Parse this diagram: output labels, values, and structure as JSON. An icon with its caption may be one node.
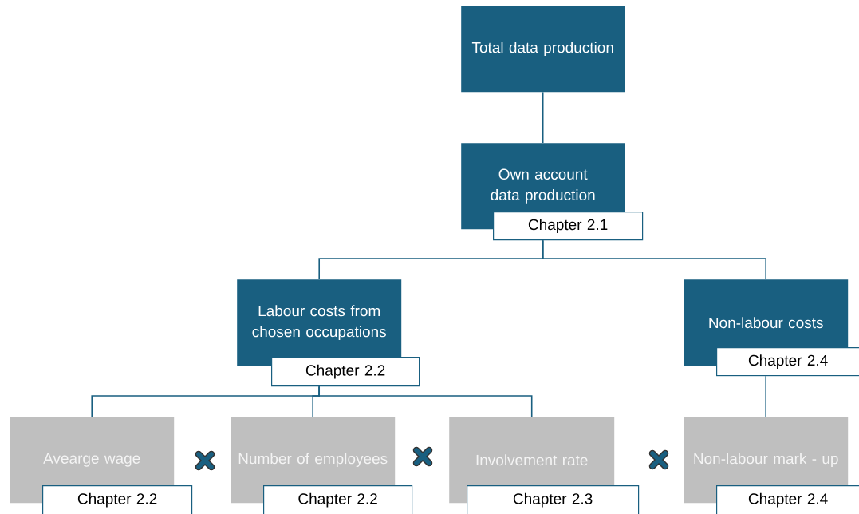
{
  "diagram": {
    "nodes": [
      {
        "text": [
          "Total data production"
        ]
      },
      {
        "text": [
          "Own account data production"
        ]
      },
      {
        "text": [
          "Chapter 2.1"
        ]
      },
      {
        "text": [
          "Labour costs from chosen occupations"
        ]
      },
      {
        "text": [
          "Chapter 2.2"
        ]
      },
      {
        "text": [
          "Non-labour costs"
        ]
      },
      {
        "text": [
          "Chapter 2.4"
        ]
      },
      {
        "text": [
          "Avearge wage"
        ]
      },
      {
        "text": [
          "Chapter 2.2"
        ]
      },
      {
        "text": [
          "Number of employees"
        ]
      },
      {
        "text": [
          "Chapter 2.2"
        ]
      },
      {
        "text": [
          "Involvement rate"
        ]
      },
      {
        "text": [
          "Chapter 2.3"
        ]
      },
      {
        "text": [
          "Non-labour mark - up"
        ]
      },
      {
        "text": [
          "Chapter 2.4"
        ]
      }
    ],
    "edges": [
      {
        "from": 0,
        "to": 1,
        "arrow": "none"
      },
      {
        "from": 2,
        "to": 3,
        "arrow": "none"
      },
      {
        "from": 2,
        "to": 5,
        "arrow": "none"
      },
      {
        "from": 4,
        "to": 7,
        "arrow": "none"
      },
      {
        "from": 4,
        "to": 9,
        "arrow": "none"
      },
      {
        "from": 4,
        "to": 11,
        "arrow": "none"
      },
      {
        "from": 6,
        "to": 13,
        "arrow": "none"
      }
    ]
  }
}
